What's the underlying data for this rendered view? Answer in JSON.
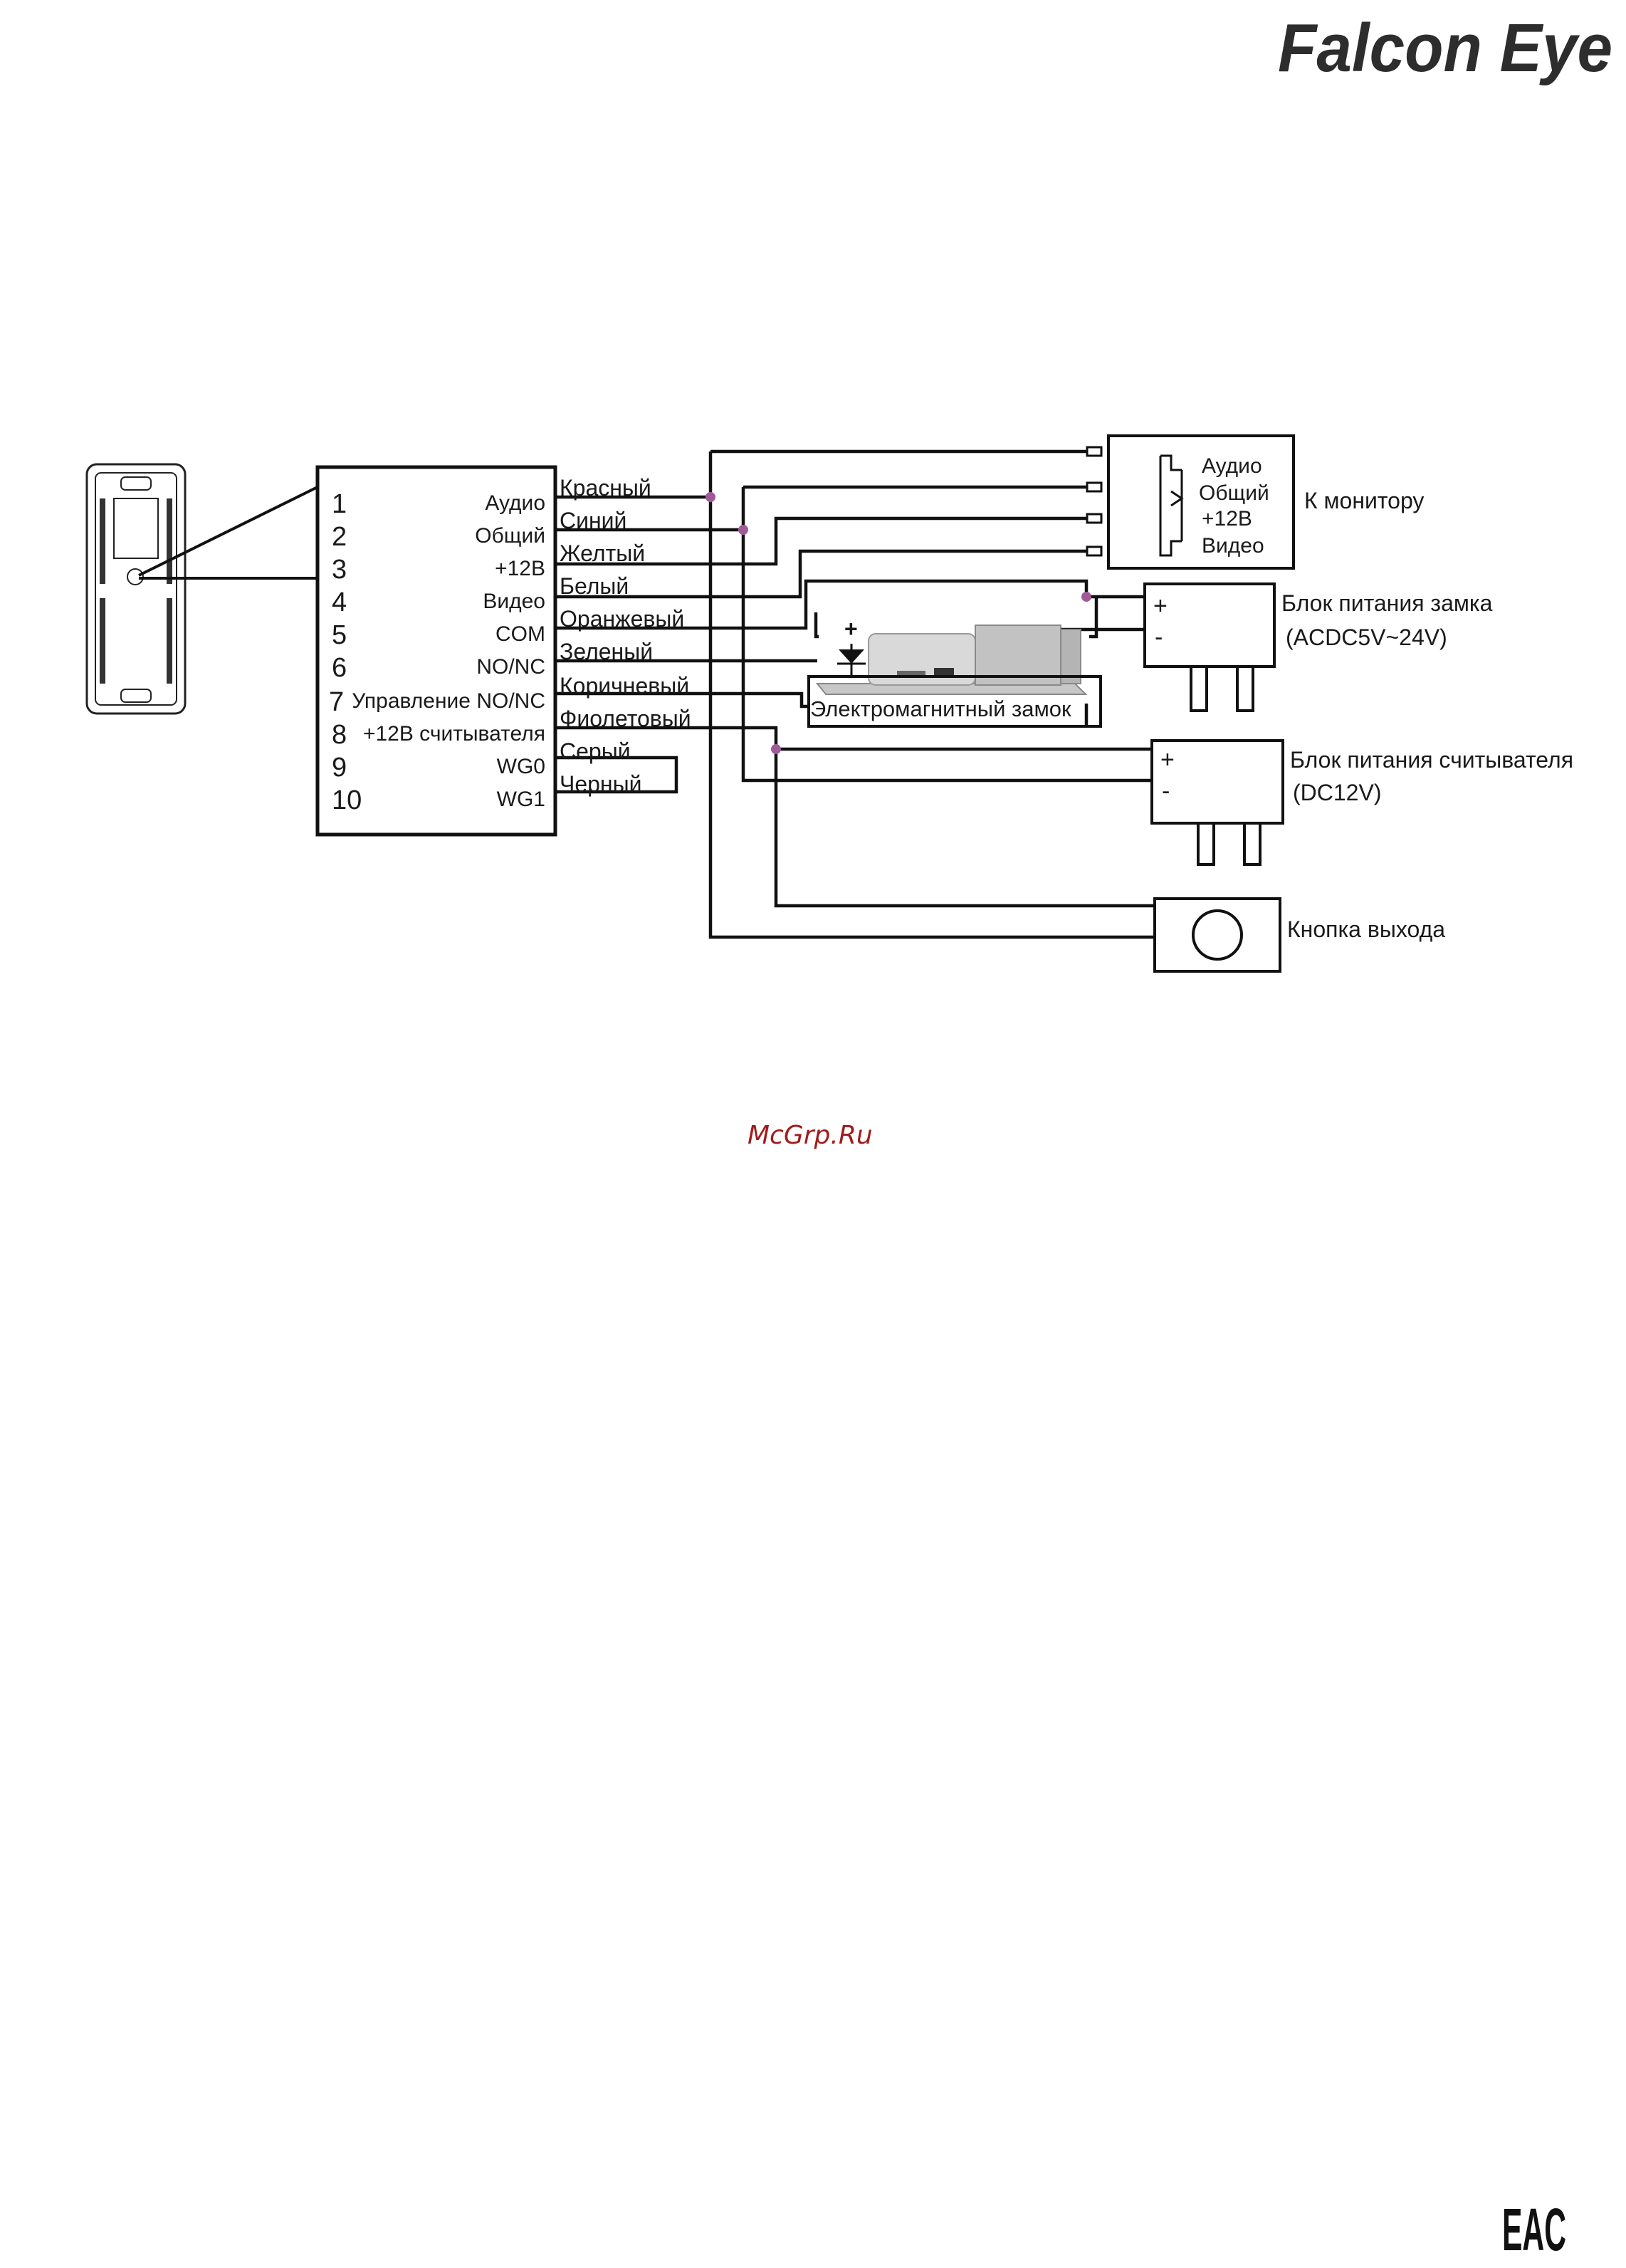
{
  "brand": {
    "logo_text": "Falcon Eye"
  },
  "diagram": {
    "terminal_numbers": [
      "1",
      "2",
      "3",
      "4",
      "5",
      "6",
      "7",
      "8",
      "9",
      "10"
    ],
    "terminal_labels": [
      "Аудио",
      "Общий",
      "+12В",
      "Видео",
      "COM",
      "NO/NC",
      "Управление NO/NC",
      "+12В считывателя",
      "WG0",
      "WG1"
    ],
    "wire_colors": [
      "Красный",
      "Синий",
      "Желтый",
      "Белый",
      "Оранжевый",
      "Зеленый",
      "Коричневый",
      "Фиолетовый",
      "Серый",
      "Черный"
    ],
    "monitor": {
      "pins": [
        "Аудио",
        "Общий",
        "+12В",
        "Видео"
      ],
      "label": "К монитору"
    },
    "lock_psu": {
      "plus": "+",
      "minus": "-",
      "title": "Блок питания замка",
      "spec": "(ACDC5V~24V)"
    },
    "lock": {
      "label": "Электромагнитный замок",
      "plus": "+"
    },
    "reader_psu": {
      "plus": "+",
      "minus": "-",
      "title": "Блок питания считывателя",
      "spec": "(DC12V)"
    },
    "exit_button": {
      "label": "Кнопка выхода"
    },
    "junction_color": "#a05a9a"
  },
  "watermark": "McGrp.Ru",
  "cert_mark": "EAC"
}
